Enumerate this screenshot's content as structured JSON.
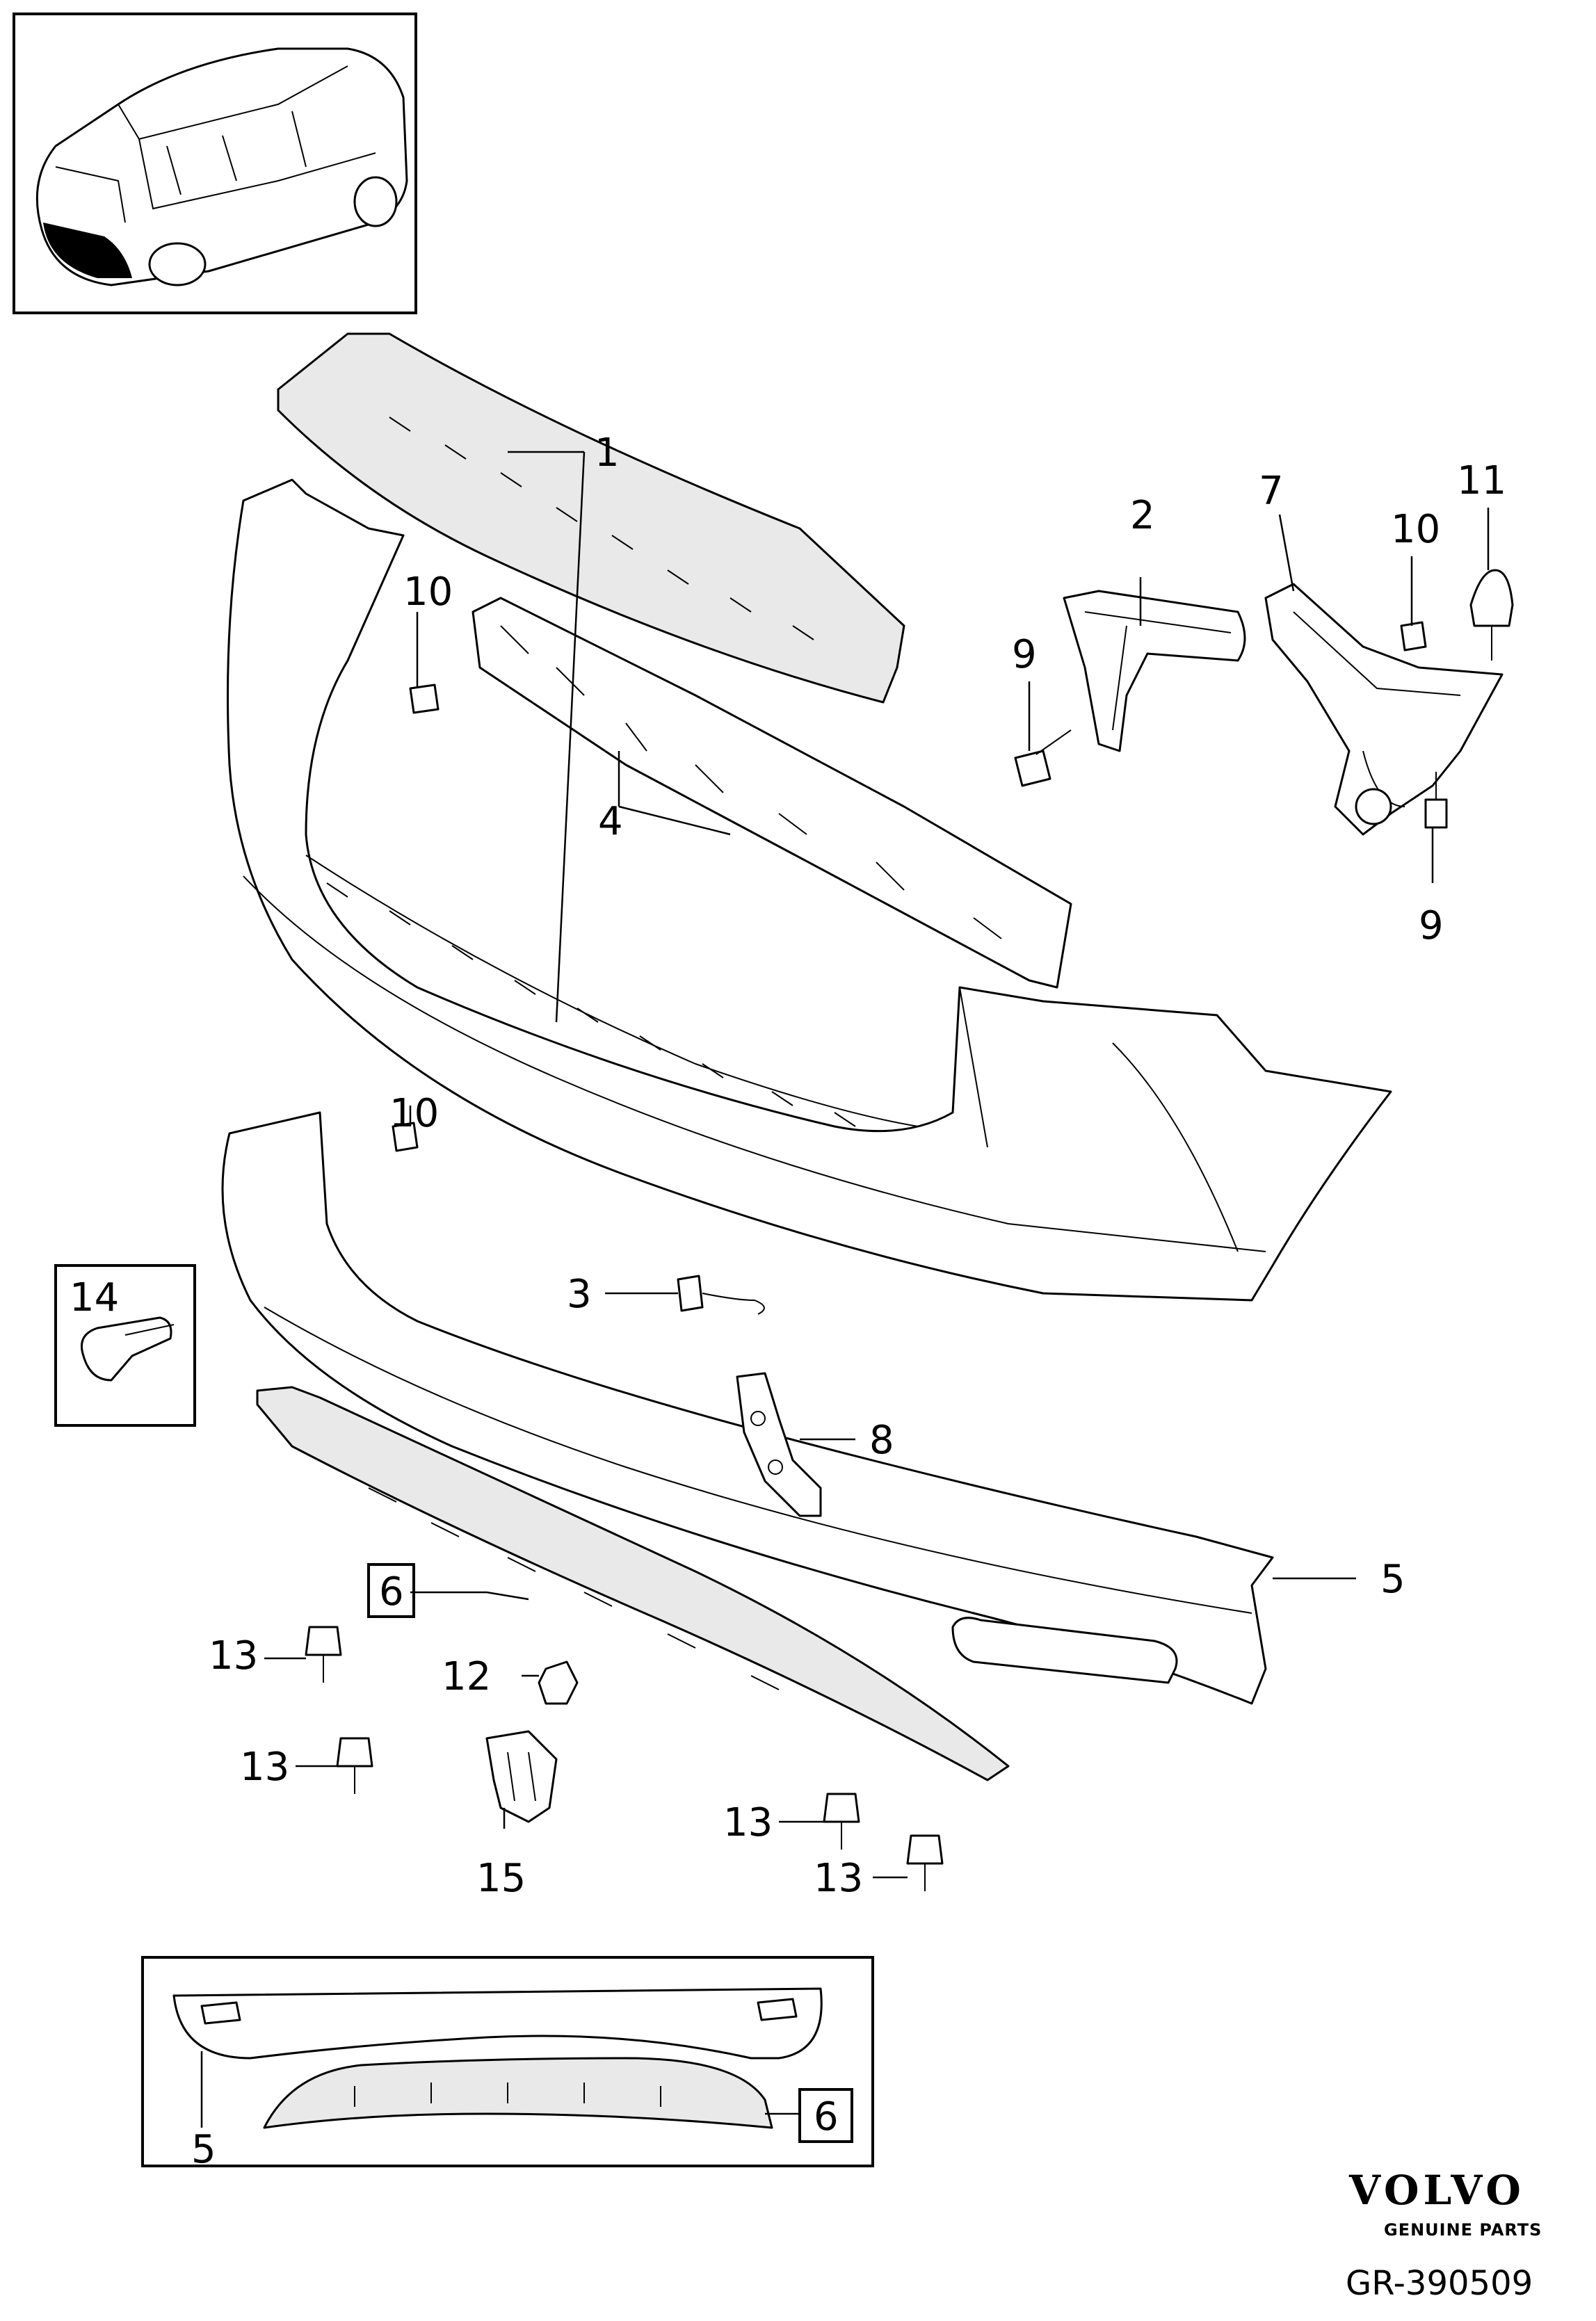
{
  "callouts": {
    "c1": "1",
    "c2": "2",
    "c3": "3",
    "c4": "4",
    "c5": "5",
    "c5b": "5",
    "c6": "6",
    "c6b": "6",
    "c7": "7",
    "c8": "8",
    "c9a": "9",
    "c9b": "9",
    "c10a": "10",
    "c10b": "10",
    "c10c": "10",
    "c11": "11",
    "c12": "12",
    "c13a": "13",
    "c13b": "13",
    "c13c": "13",
    "c13d": "13",
    "c14": "14",
    "c15": "15"
  },
  "logo": {
    "brand": "VOLVO",
    "tagline": "GENUINE PARTS"
  },
  "reference": "GR-390509",
  "icons": {
    "thumbnail": "car-rear-quarter-icon",
    "clip": "push-clip-icon"
  }
}
